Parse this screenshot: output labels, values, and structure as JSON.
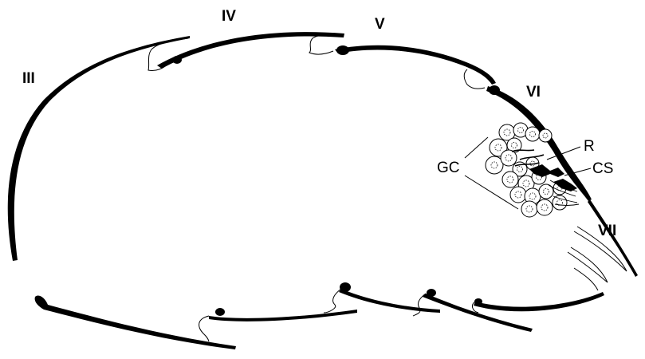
{
  "figure": {
    "segment_labels": {
      "iii": "III",
      "iv": "IV",
      "v": "V",
      "vi": "VI",
      "vii": "VII"
    },
    "structure_labels": {
      "gc": "GC",
      "r": "R",
      "cs": "CS"
    },
    "colors": {
      "ink": "#000000",
      "background": "#ffffff"
    }
  }
}
